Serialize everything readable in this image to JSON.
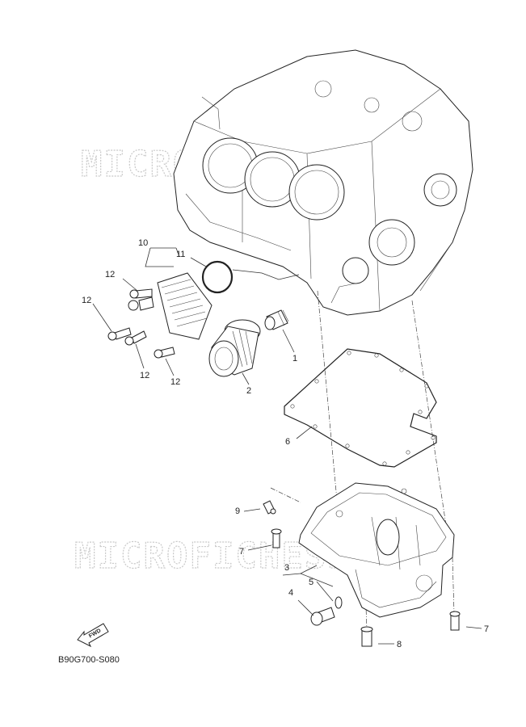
{
  "watermark": "MICROFICHESHOT",
  "diagram_code": "B90G700-S080",
  "fwd_label": "FWD",
  "callouts": {
    "c1": "1",
    "c2": "2",
    "c3": "3",
    "c4": "4",
    "c5": "5",
    "c6": "6",
    "c7a": "7",
    "c7b": "7",
    "c8": "8",
    "c9": "9",
    "c10": "10",
    "c11": "11",
    "c12a": "12",
    "c12b": "12",
    "c12c": "12",
    "c12d": "12"
  }
}
